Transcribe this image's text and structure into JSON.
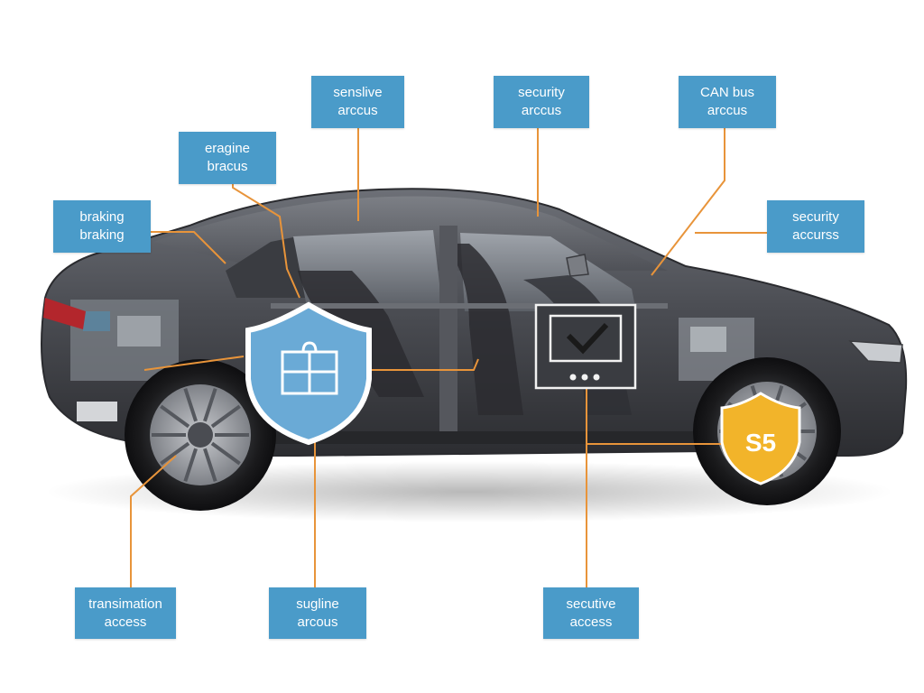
{
  "labels": {
    "sensitive": {
      "line1": "senslive",
      "line2": "arccus"
    },
    "security1": {
      "line1": "security",
      "line2": "arccus"
    },
    "can_bus": {
      "line1": "CAN bus",
      "line2": "arccus"
    },
    "engine": {
      "line1": "eragine",
      "line2": "bracus"
    },
    "braking": {
      "line1": "braking",
      "line2": "braking"
    },
    "security2": {
      "line1": "security",
      "line2": "accurss"
    },
    "transmission": {
      "line1": "transimation",
      "line2": "access"
    },
    "engine2": {
      "line1": "sugline",
      "line2": "arcous"
    },
    "secutive": {
      "line1": "secutive",
      "line2": "access"
    }
  },
  "badge_text": "S5",
  "colors": {
    "label_bg": "#4a9bc9",
    "connector": "#e8943a",
    "shield_blue": "#6aaad6",
    "shield_gold": "#f2b42a",
    "car_body": "#4a4c52"
  },
  "icons": [
    "shield-battery-icon",
    "check-monitor-icon",
    "shield-badge-icon"
  ]
}
